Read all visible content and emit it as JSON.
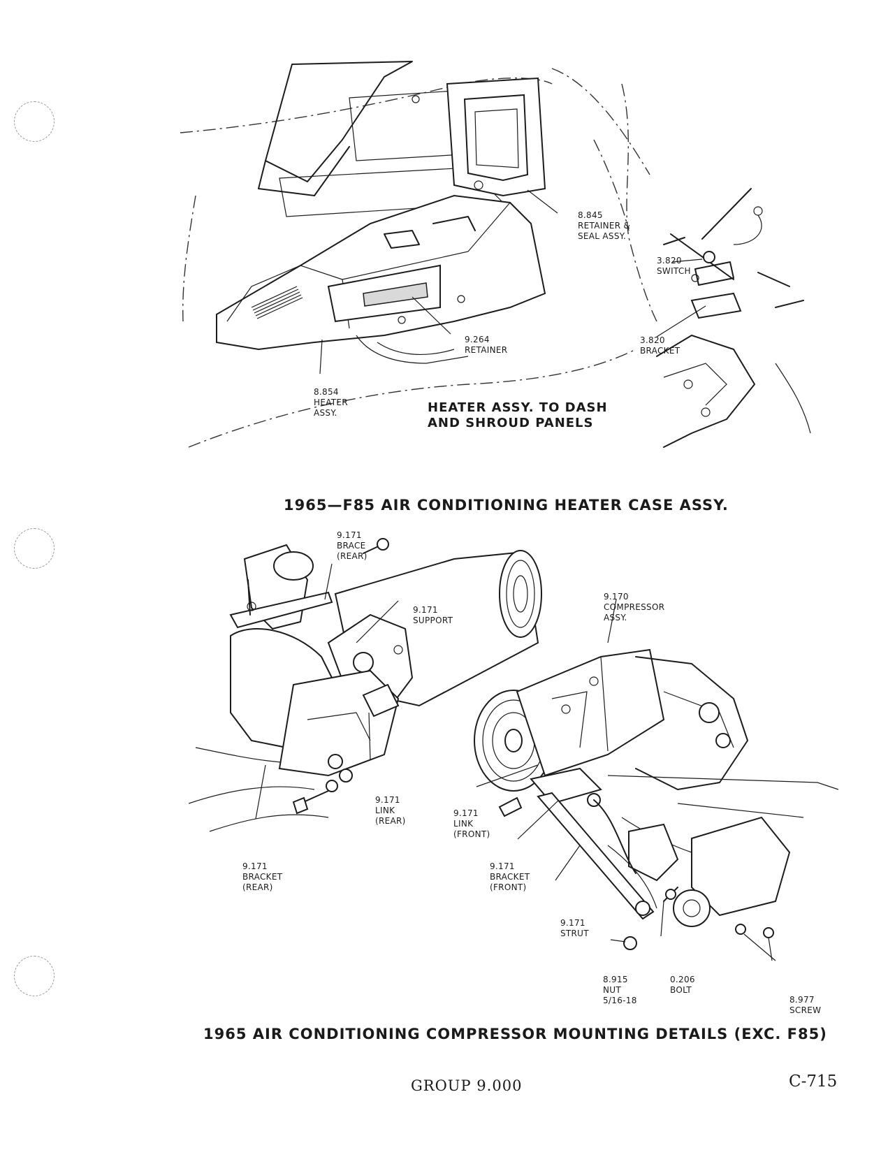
{
  "top_figure": {
    "title": "1965—F85 AIR CONDITIONING HEATER CASE ASSY.",
    "subtitle": "HEATER ASSY. TO DASH\nAND SHROUD PANELS",
    "callouts": [
      {
        "id": "retainer-seal",
        "text": "8.845\nRETAINER &\nSEAL ASSY."
      },
      {
        "id": "switch",
        "text": "3.820\nSWITCH"
      },
      {
        "id": "bracket",
        "text": "3.820\nBRACKET"
      },
      {
        "id": "retainer",
        "text": "9.264\nRETAINER"
      },
      {
        "id": "heater-assy",
        "text": "8.854\nHEATER\nASSY."
      }
    ]
  },
  "bottom_figure": {
    "title": "1965 AIR CONDITIONING COMPRESSOR MOUNTING DETAILS (EXC. F85)",
    "callouts": [
      {
        "id": "brace-rear",
        "text": "9.171\nBRACE\n(REAR)"
      },
      {
        "id": "support",
        "text": "9.171\nSUPPORT"
      },
      {
        "id": "compressor-assy",
        "text": "9.170\nCOMPRESSOR\nASSY."
      },
      {
        "id": "link-rear",
        "text": "9.171\nLINK\n(REAR)"
      },
      {
        "id": "link-front",
        "text": "9.171\nLINK\n(FRONT)"
      },
      {
        "id": "bracket-rear",
        "text": "9.171\nBRACKET\n(REAR)"
      },
      {
        "id": "bracket-front",
        "text": "9.171\nBRACKET\n(FRONT)"
      },
      {
        "id": "strut",
        "text": "9.171\nSTRUT"
      },
      {
        "id": "nut",
        "text": "8.915\nNUT\n5/16-18"
      },
      {
        "id": "bolt",
        "text": "0.206\nBOLT"
      },
      {
        "id": "screw",
        "text": "8.977\nSCREW"
      }
    ]
  },
  "footer": {
    "group": "GROUP 9.000",
    "page": "C-715"
  }
}
